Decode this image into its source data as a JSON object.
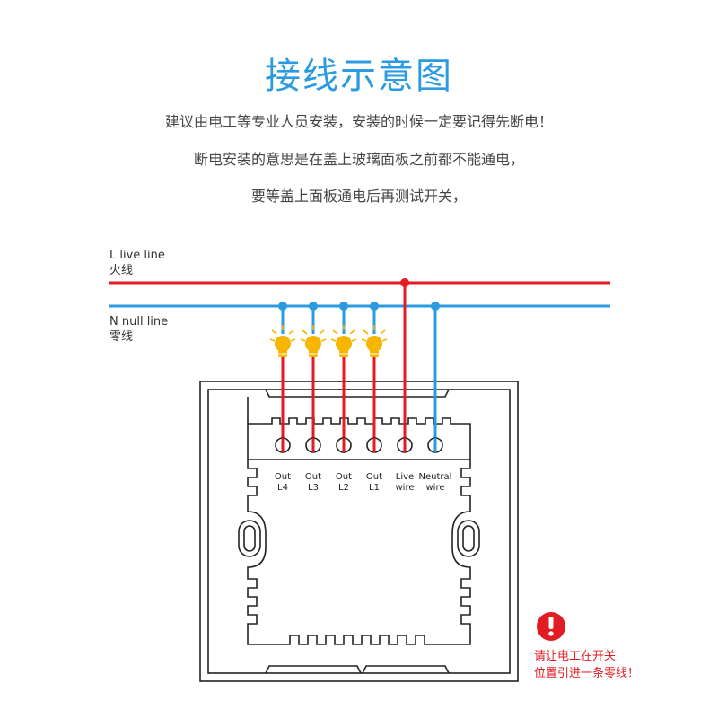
{
  "title": "接线示意图",
  "description": [
    "建议由电工等专业人员安装，安装的时候一定要记得先断电！",
    "断电安装的意思是在盖上玻璃面板之前都不能通电，",
    "要等盖上面板通电后再测试开关，"
  ],
  "lines": {
    "live": {
      "en": "L live line",
      "cn": "火线"
    },
    "null": {
      "en": "N null line",
      "cn": "零线"
    }
  },
  "terminals": [
    {
      "top": "Out",
      "bottom": "L4"
    },
    {
      "top": "Out",
      "bottom": "L3"
    },
    {
      "top": "Out",
      "bottom": "L2"
    },
    {
      "top": "Out",
      "bottom": "L1"
    },
    {
      "top": "Live",
      "bottom": "wire"
    },
    {
      "top": "Neutral",
      "bottom": "wire"
    }
  ],
  "warning": {
    "icon": "exclamation-icon",
    "text": [
      "请让电工在开关",
      "位置引进一条零线！"
    ]
  },
  "colors": {
    "accent": "#2a9be0",
    "live_wire": "#e31b23",
    "null_wire": "#2a9be0",
    "bulb": "#f7b500"
  }
}
